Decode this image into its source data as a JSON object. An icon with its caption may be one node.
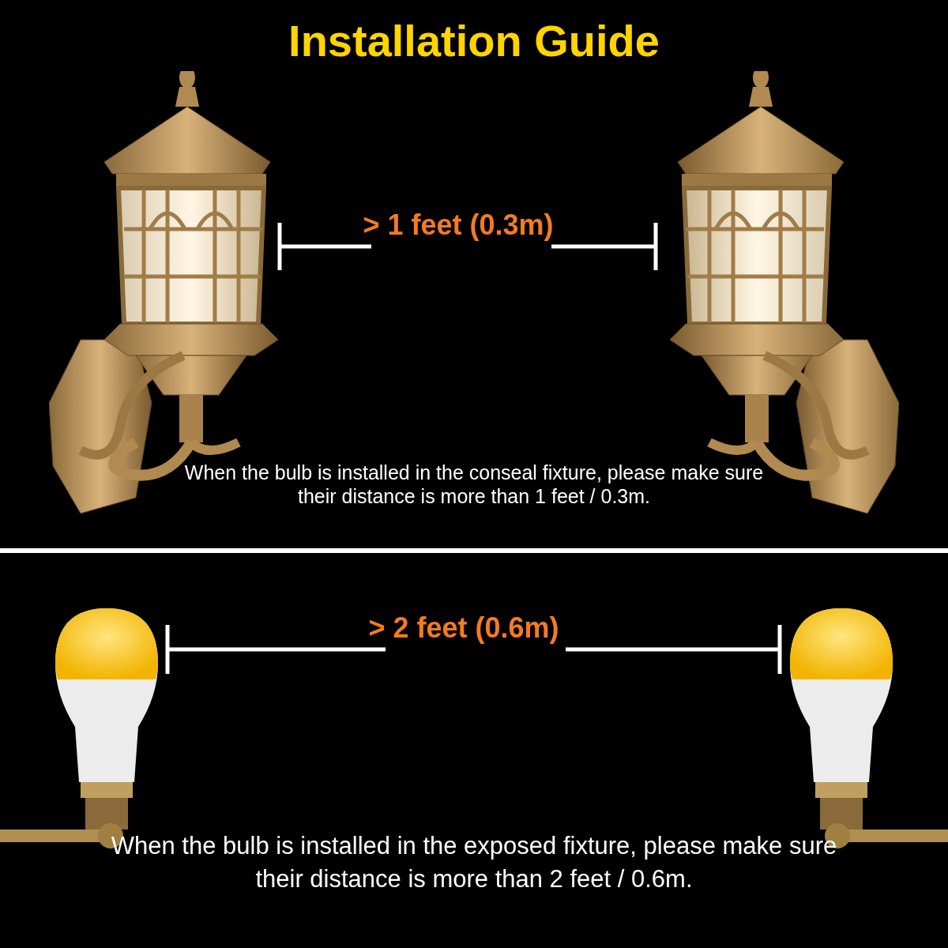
{
  "diagram": {
    "title": "Installation Guide",
    "labels": [
      "> 1 feet (0.3m)",
      "When the bulb is installed in the conseal fixture, please make sure their distance is more than 1 feet / 0.3m.",
      "> 2 feet (0.6m)",
      "When the bulb is installed in the exposed fixture, please make sure their distance is more than 2 feet / 0.6m."
    ]
  }
}
